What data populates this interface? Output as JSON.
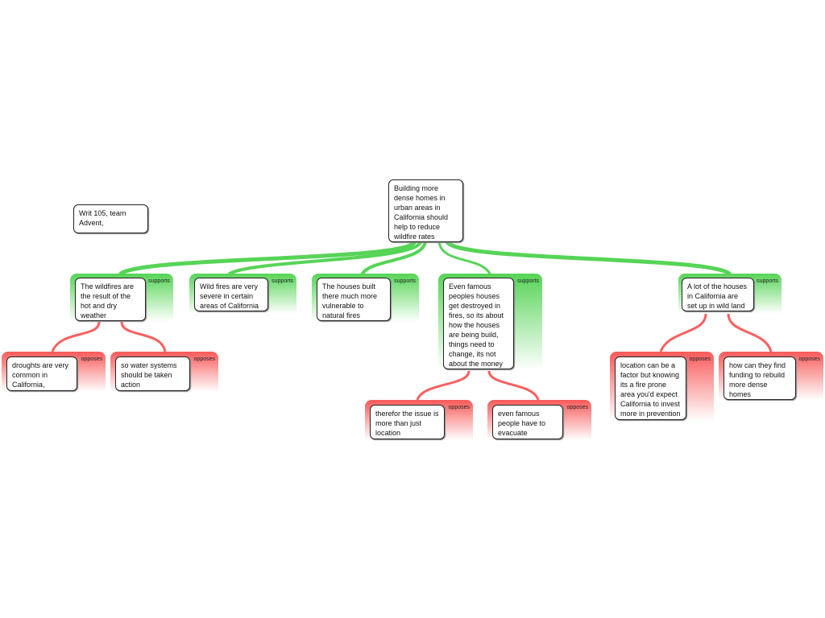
{
  "note": "Writ 105, team Advent,",
  "main_claim": "Building more dense homes in urban areas in California should help to reduce wildfire rates",
  "colors": {
    "supports": "#56d456",
    "opposes": "#f85a5a"
  },
  "supports": [
    {
      "label": "supports",
      "text": "The wildfires are the result of the hot and dry weather"
    },
    {
      "label": "supports",
      "text": "Wild fires are very severe in certain areas of California"
    },
    {
      "label": "supports",
      "text": "The houses built there much more vulnerable to natural fires"
    },
    {
      "label": "supports",
      "text": "Even famous peoples houses get destroyed in fires, so its about how the houses are being build, things need to change, its not about the money"
    },
    {
      "label": "supports",
      "text": "A lot of the houses in California are set up in wild land"
    }
  ],
  "opposes": [
    {
      "label": "opposes",
      "text": "droughts are very common in California,"
    },
    {
      "label": "opposes",
      "text": "so water systems should be taken action"
    },
    {
      "label": "opposes",
      "text": "therefor the issue is more than just location"
    },
    {
      "label": "opposes",
      "text": "even famous people have to evacuate"
    },
    {
      "label": "opposes",
      "text": "location can be a factor but knowing its a fire prone area you'd expect California to invest more in prevention"
    },
    {
      "label": "opposes",
      "text": "how can they find funding to rebuild more dense homes"
    }
  ]
}
